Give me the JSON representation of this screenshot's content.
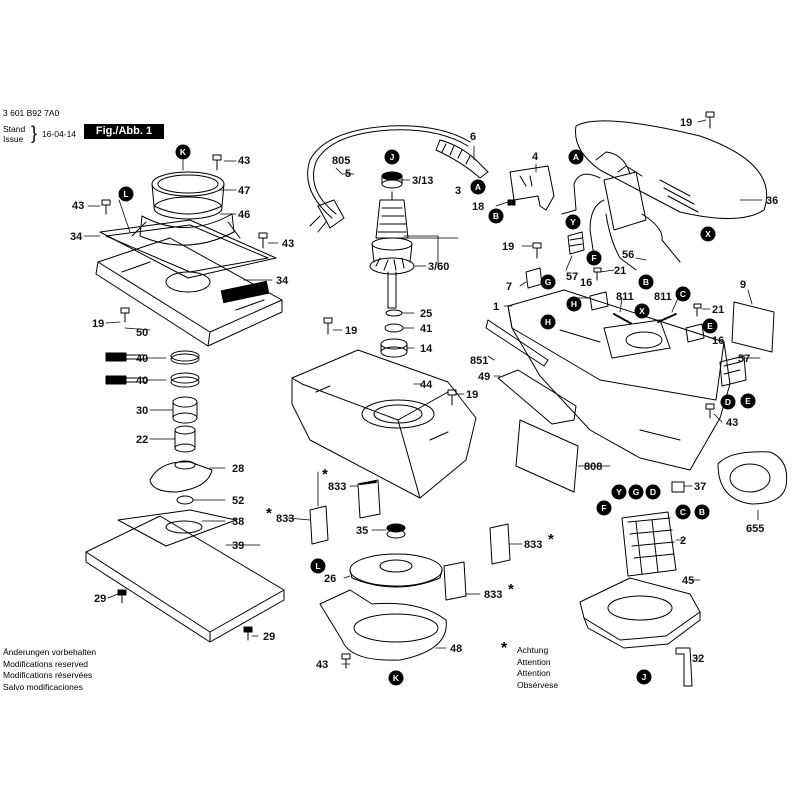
{
  "header": {
    "doc_number": "3 601 B92 7A0",
    "stand_label": "Stand",
    "issue_label": "Issue",
    "date": "16-04-14",
    "figure_label": "Fig./Abb. 1"
  },
  "footer": {
    "modification_notes": [
      "Änderungen vorbehalten",
      "Modifications reserved",
      "Modifications réservées",
      "Salvo modificaciones"
    ],
    "attention_symbol": "*",
    "attention_notes": [
      "Achtung",
      "Attention",
      "Attention",
      "Obsérvese"
    ]
  },
  "part_labels": [
    {
      "id": "n43a",
      "text": "43"
    },
    {
      "id": "n47",
      "text": "47"
    },
    {
      "id": "n46",
      "text": "46"
    },
    {
      "id": "n43b",
      "text": "43"
    },
    {
      "id": "n34a",
      "text": "34"
    },
    {
      "id": "n43c",
      "text": "43"
    },
    {
      "id": "n34b",
      "text": "34"
    },
    {
      "id": "n19a",
      "text": "19"
    },
    {
      "id": "n50",
      "text": "50"
    },
    {
      "id": "n40a",
      "text": "40"
    },
    {
      "id": "n40b",
      "text": "40"
    },
    {
      "id": "n30",
      "text": "30"
    },
    {
      "id": "n22",
      "text": "22"
    },
    {
      "id": "n28",
      "text": "28"
    },
    {
      "id": "n52",
      "text": "52"
    },
    {
      "id": "n38",
      "text": "38"
    },
    {
      "id": "n39",
      "text": "39"
    },
    {
      "id": "n29a",
      "text": "29"
    },
    {
      "id": "n29b",
      "text": "29"
    },
    {
      "id": "n805",
      "text": "805"
    },
    {
      "id": "n5",
      "text": "5"
    },
    {
      "id": "n313",
      "text": "3/13"
    },
    {
      "id": "n3",
      "text": "3"
    },
    {
      "id": "n360",
      "text": "3/60"
    },
    {
      "id": "n25",
      "text": "25"
    },
    {
      "id": "n41",
      "text": "41"
    },
    {
      "id": "n14",
      "text": "14"
    },
    {
      "id": "n19b",
      "text": "19"
    },
    {
      "id": "n44",
      "text": "44"
    },
    {
      "id": "n19c",
      "text": "19"
    },
    {
      "id": "n833a",
      "text": "833"
    },
    {
      "id": "n833b",
      "text": "833"
    },
    {
      "id": "n35",
      "text": "35"
    },
    {
      "id": "n833c",
      "text": "833"
    },
    {
      "id": "n26",
      "text": "26"
    },
    {
      "id": "n833d",
      "text": "833"
    },
    {
      "id": "n43d",
      "text": "43"
    },
    {
      "id": "n48",
      "text": "48"
    },
    {
      "id": "n6",
      "text": "6"
    },
    {
      "id": "n4",
      "text": "4"
    },
    {
      "id": "n18",
      "text": "18"
    },
    {
      "id": "n19d",
      "text": "19"
    },
    {
      "id": "n7",
      "text": "7"
    },
    {
      "id": "n57a",
      "text": "57"
    },
    {
      "id": "n1",
      "text": "1"
    },
    {
      "id": "n16a",
      "text": "16"
    },
    {
      "id": "n21a",
      "text": "21"
    },
    {
      "id": "n56",
      "text": "56"
    },
    {
      "id": "n811a",
      "text": "811"
    },
    {
      "id": "n811b",
      "text": "811"
    },
    {
      "id": "n21b",
      "text": "21"
    },
    {
      "id": "n9",
      "text": "9"
    },
    {
      "id": "n16b",
      "text": "16"
    },
    {
      "id": "n57b",
      "text": "57"
    },
    {
      "id": "n851",
      "text": "851"
    },
    {
      "id": "n49",
      "text": "49"
    },
    {
      "id": "n43e",
      "text": "43"
    },
    {
      "id": "n808",
      "text": "808"
    },
    {
      "id": "n37",
      "text": "37"
    },
    {
      "id": "n655",
      "text": "655"
    },
    {
      "id": "n2",
      "text": "2"
    },
    {
      "id": "n45",
      "text": "45"
    },
    {
      "id": "n32",
      "text": "32"
    },
    {
      "id": "n19e",
      "text": "19"
    },
    {
      "id": "n36",
      "text": "36"
    }
  ],
  "callout_badges": [
    {
      "id": "bK1",
      "letter": "K"
    },
    {
      "id": "bL1",
      "letter": "L"
    },
    {
      "id": "bJ1",
      "letter": "J"
    },
    {
      "id": "bA1",
      "letter": "A"
    },
    {
      "id": "bB1",
      "letter": "B"
    },
    {
      "id": "bA2",
      "letter": "A"
    },
    {
      "id": "bY1",
      "letter": "Y"
    },
    {
      "id": "bF1",
      "letter": "F"
    },
    {
      "id": "bG1",
      "letter": "G"
    },
    {
      "id": "bH1",
      "letter": "H"
    },
    {
      "id": "bH2",
      "letter": "H"
    },
    {
      "id": "bB2",
      "letter": "B"
    },
    {
      "id": "bC1",
      "letter": "C"
    },
    {
      "id": "bX1",
      "letter": "X"
    },
    {
      "id": "bX2",
      "letter": "X"
    },
    {
      "id": "bE1",
      "letter": "E"
    },
    {
      "id": "bD1",
      "letter": "D"
    },
    {
      "id": "bE2",
      "letter": "E"
    },
    {
      "id": "bF2",
      "letter": "F"
    },
    {
      "id": "bY2",
      "letter": "Y"
    },
    {
      "id": "bG2",
      "letter": "G"
    },
    {
      "id": "bD2",
      "letter": "D"
    },
    {
      "id": "bC2",
      "letter": "C"
    },
    {
      "id": "bB3",
      "letter": "B"
    },
    {
      "id": "bL2",
      "letter": "L"
    },
    {
      "id": "bK2",
      "letter": "K"
    },
    {
      "id": "bJ2",
      "letter": "J"
    }
  ],
  "asterisk_marks": [
    "*",
    "*",
    "*",
    "*"
  ]
}
